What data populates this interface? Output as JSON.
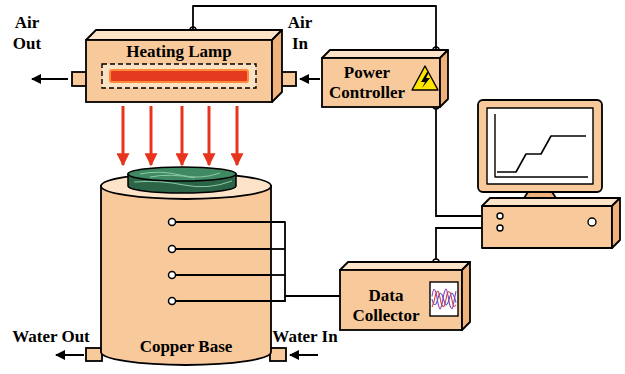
{
  "diagram": {
    "nodes": [
      {
        "text": [
          "Heating Lamp"
        ]
      },
      {
        "text": [
          "Power Controller"
        ]
      },
      {
        "text": [
          "Copper Base"
        ]
      },
      {
        "text": [
          "Data Collector"
        ]
      }
    ],
    "edges": [
      {
        "from": 0,
        "to": 1,
        "arrow": "none"
      },
      {
        "from": 0,
        "to": 2,
        "arrow": "to"
      },
      {
        "from": 2,
        "to": 3,
        "arrow": "none"
      }
    ],
    "labels": [
      "Air Out",
      "Air In",
      "Water Out",
      "Water In"
    ]
  }
}
